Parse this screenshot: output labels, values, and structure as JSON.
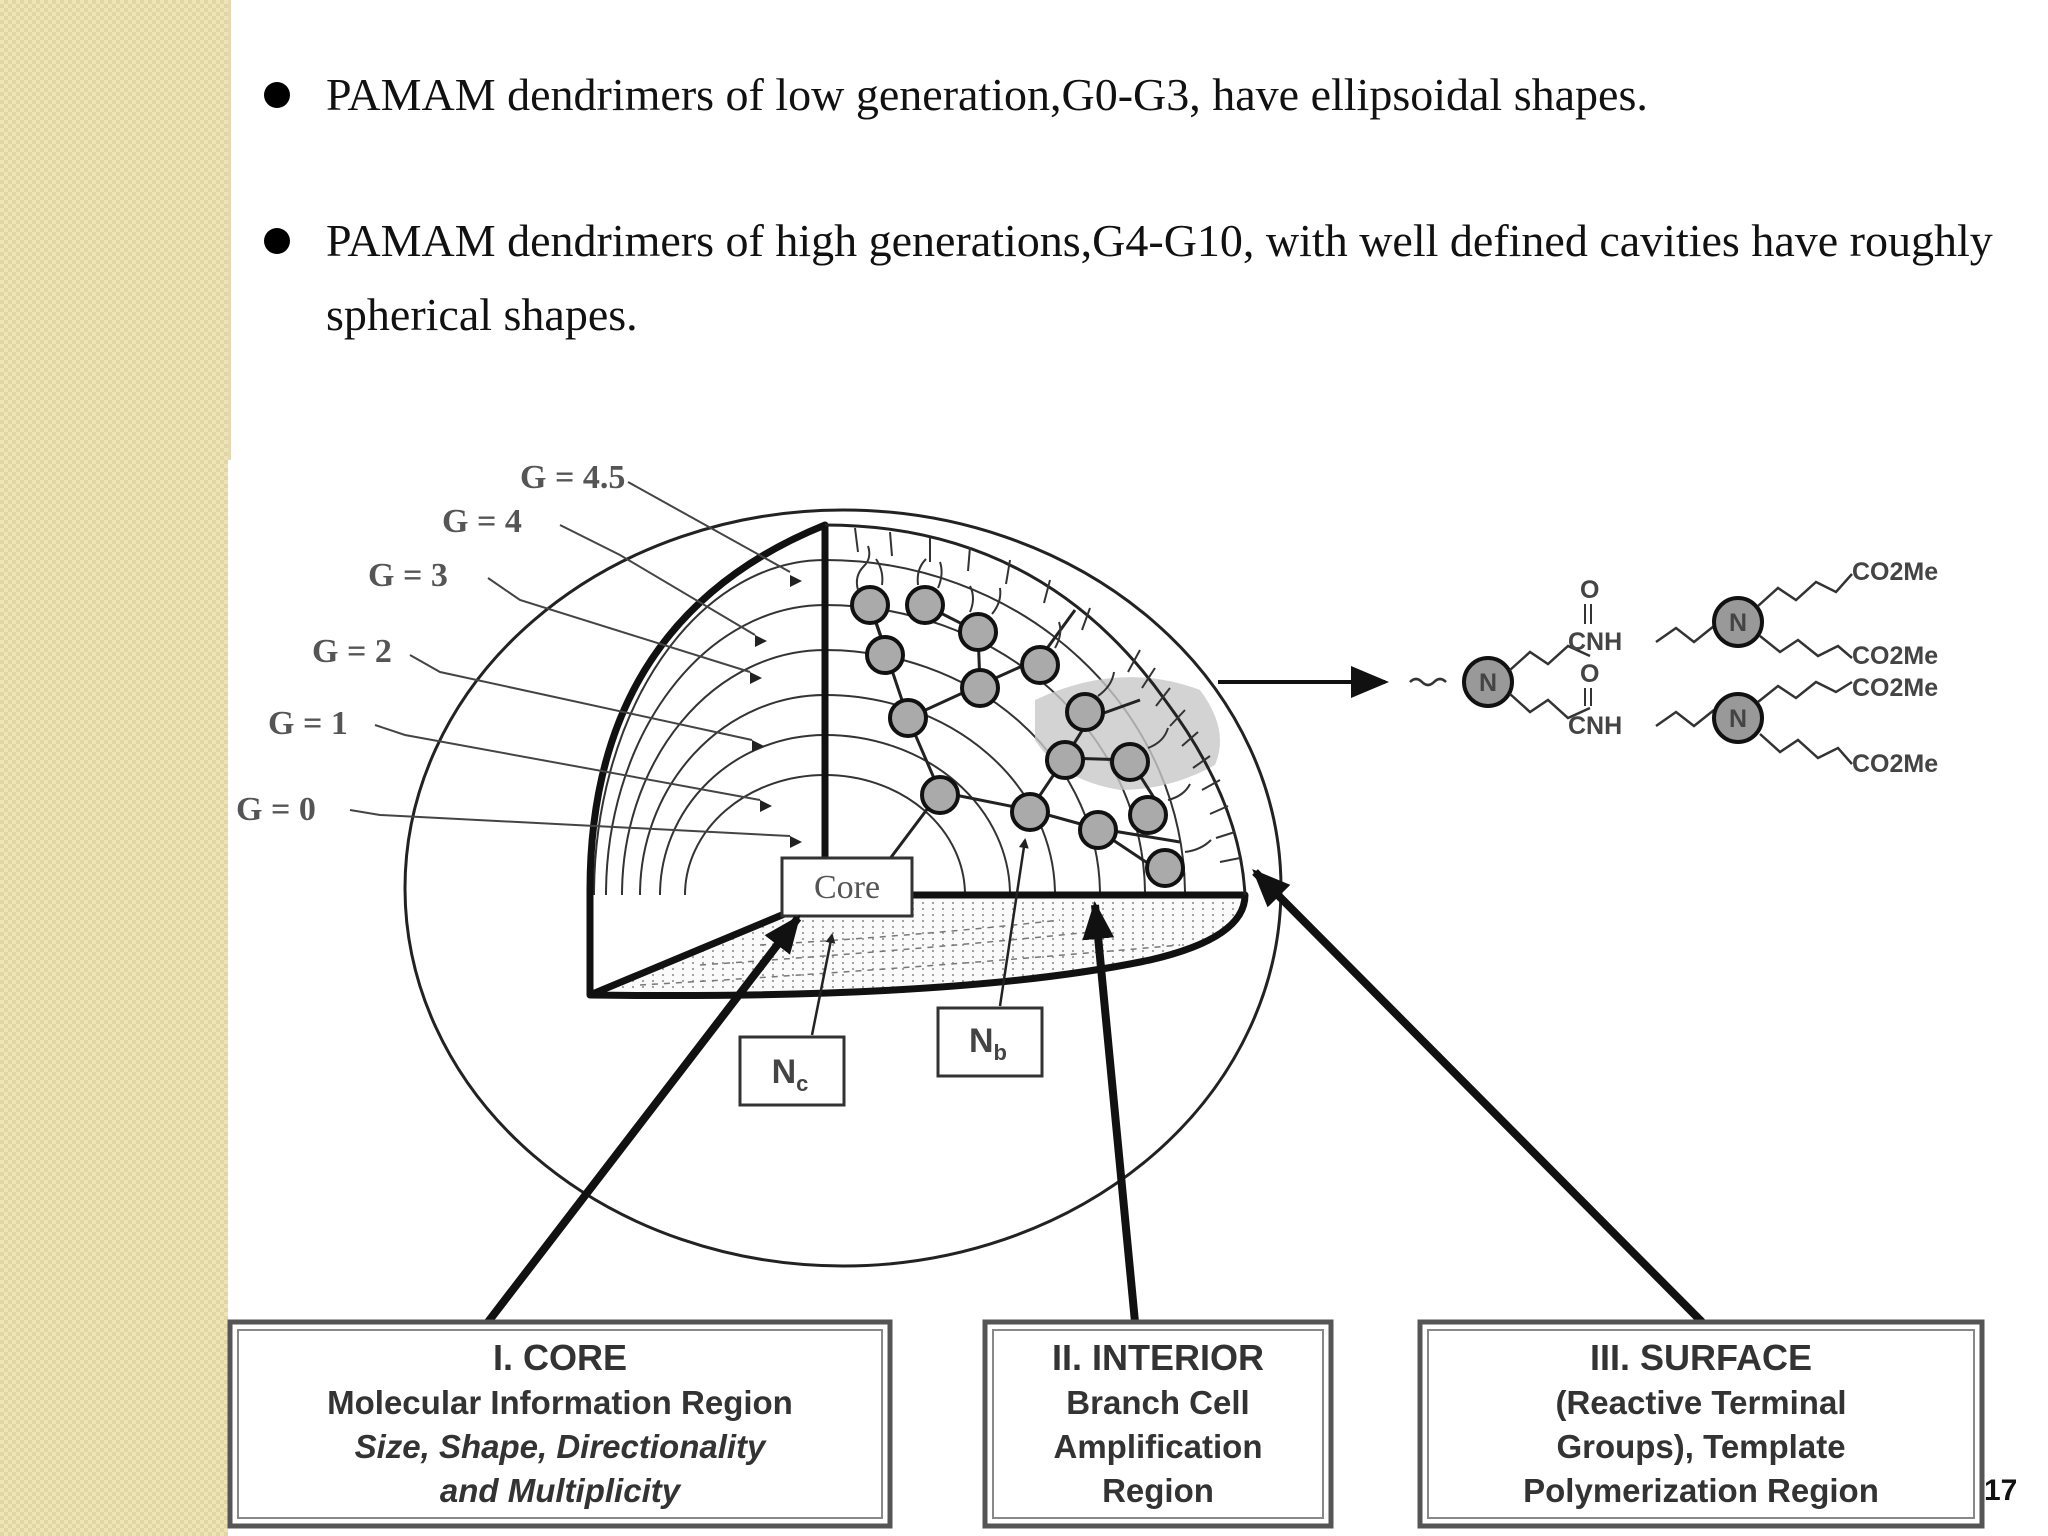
{
  "bullets": [
    "PAMAM dendrimers of  low generation,G0-G3, have ellipsoidal shapes.",
    "PAMAM dendrimers of high generations,G4-G10, with well defined cavities have roughly spherical shapes."
  ],
  "diagram": {
    "generation_labels": [
      "G = 4.5",
      "G = 4",
      "G = 3",
      "G = 2",
      "G = 1",
      "G = 0"
    ],
    "core_label": "Core",
    "nc_label": "N",
    "nc_subscript": "c",
    "nb_label": "N",
    "nb_subscript": "b",
    "n_atom": "N",
    "surface_groups": {
      "co2me": "CO2Me",
      "cnh": "CNH",
      "carbonyl_o": "O"
    },
    "regions": [
      {
        "title": "I. CORE",
        "lines": [
          "Molecular Information Region"
        ],
        "italic_lines": [
          "Size, Shape, Directionality",
          "and Multiplicity"
        ]
      },
      {
        "title": "II. INTERIOR",
        "lines": [
          "Branch Cell",
          "Amplification",
          "Region"
        ],
        "italic_lines": []
      },
      {
        "title": "III. SURFACE",
        "lines": [
          "(Reactive Terminal",
          "Groups), Template",
          "Polymerization Region"
        ],
        "italic_lines": []
      }
    ]
  },
  "page_number": "17"
}
